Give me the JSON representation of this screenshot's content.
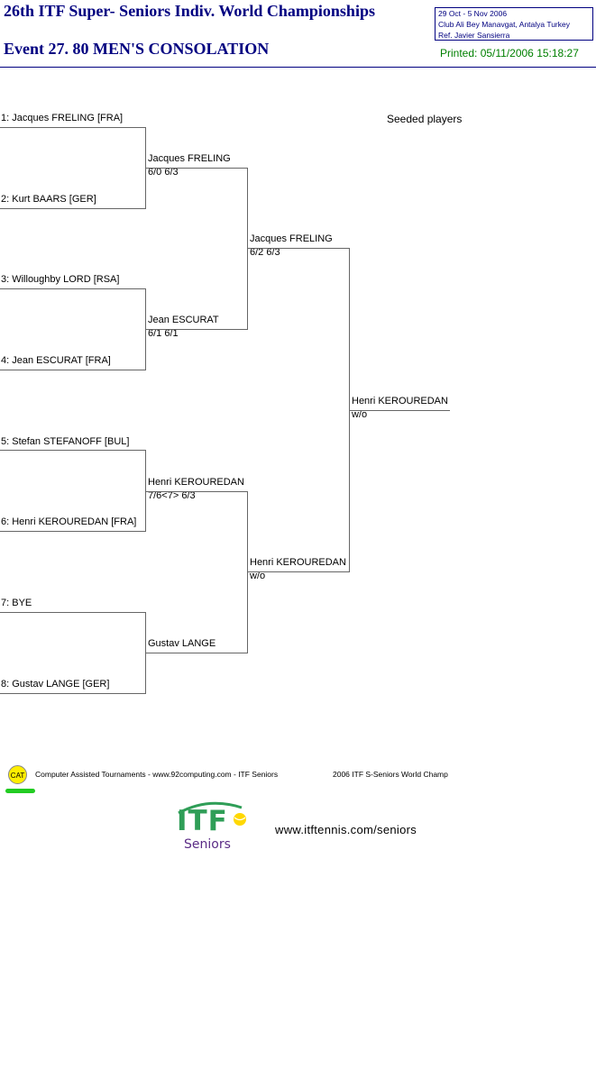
{
  "header": {
    "title": "26th ITF Super- Seniors Indiv. World Championships",
    "event": "Event 27. 80 MEN'S CONSOLATION",
    "dates": "29 Oct - 5 Nov 2006",
    "venue": "Club Ali Bey Manavgat, Antalya   Turkey",
    "referee": "Ref. Javier Sansierra",
    "printed": "Printed: 05/11/2006 15:18:27"
  },
  "seeded_label": "Seeded players",
  "draw": {
    "round1": [
      "1: Jacques FRELING [FRA]",
      "2: Kurt BAARS [GER]",
      "3: Willoughby LORD [RSA]",
      "4: Jean ESCURAT [FRA]",
      "5: Stefan STEFANOFF [BUL]",
      "6: Henri KEROUREDAN [FRA]",
      "7: BYE",
      "8: Gustav LANGE [GER]"
    ],
    "round2": [
      {
        "name": "Jacques FRELING",
        "score": "6/0 6/3"
      },
      {
        "name": "Jean ESCURAT",
        "score": "6/1 6/1"
      },
      {
        "name": "Henri KEROUREDAN",
        "score": "7/6<7> 6/3"
      },
      {
        "name": "Gustav LANGE",
        "score": ""
      }
    ],
    "semis": [
      {
        "name": "Jacques FRELING",
        "score": "6/2 6/3"
      },
      {
        "name": "Henri KEROUREDAN",
        "score": "w/o"
      }
    ],
    "final": {
      "name": "Henri KEROUREDAN",
      "score": "w/o"
    }
  },
  "footer": {
    "cat_badge": "CAT",
    "credit": "Computer Assisted Tournaments - www.92computing.com -  ITF Seniors",
    "champ": "2006 ITF S-Seniors World Champ",
    "logo_itf": "ITF",
    "logo_seniors": "Seniors",
    "url": "www.itftennis.com/seniors"
  }
}
